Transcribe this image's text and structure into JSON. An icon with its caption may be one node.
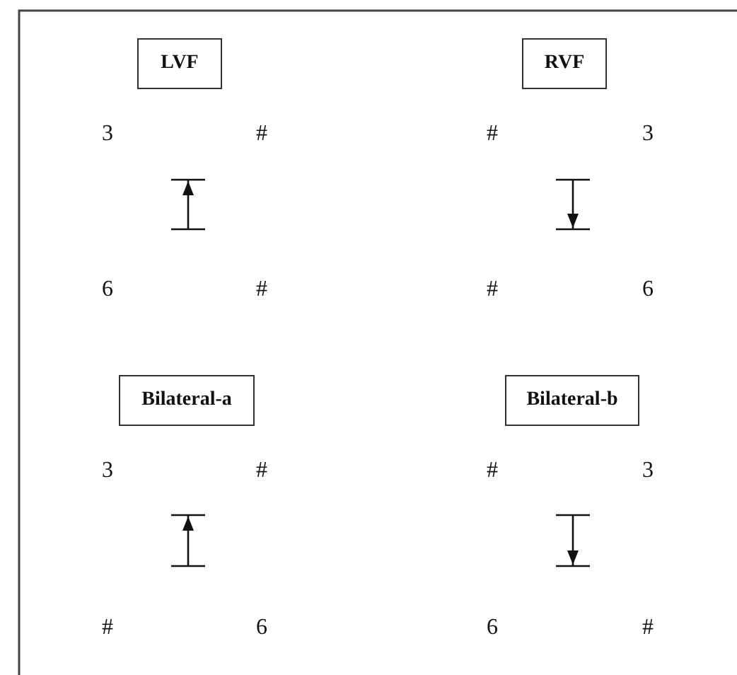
{
  "diagram": {
    "nodes": [
      {
        "text": [
          "LVF"
        ]
      },
      {
        "text": [
          "RVF"
        ]
      },
      {
        "text": [
          "Bilateral-a"
        ]
      },
      {
        "text": [
          "Bilateral-b"
        ]
      }
    ],
    "labels": [
      "3",
      "#",
      "#",
      "3",
      "6",
      "#",
      "#",
      "6",
      "3",
      "#",
      "#",
      "3",
      "#",
      "6",
      "6",
      "#"
    ]
  }
}
